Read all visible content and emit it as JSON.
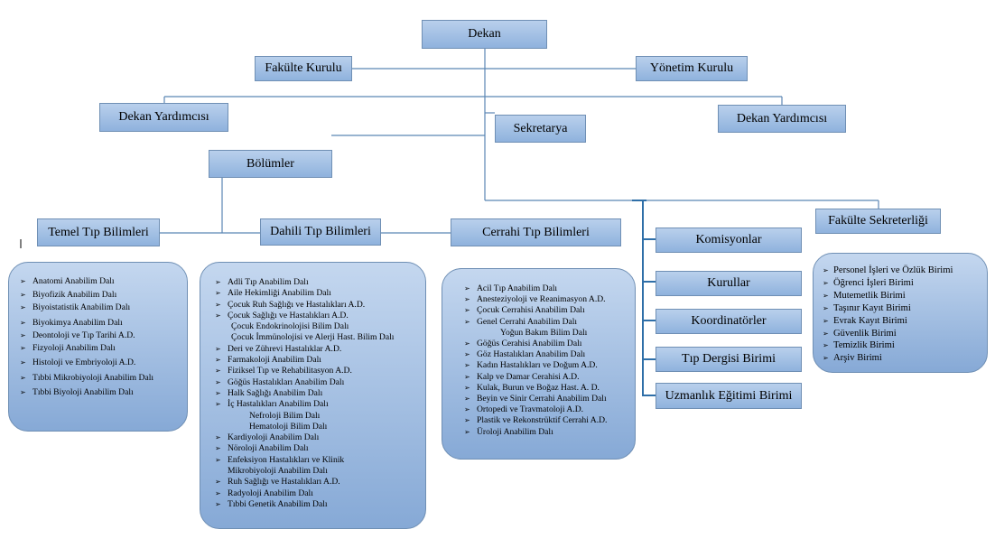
{
  "dekan": "Dekan",
  "fakulte_kurulu": "Fakülte Kurulu",
  "yonetim_kurulu": "Yönetim Kurulu",
  "dekan_yardimcisi_left": "Dekan Yardımcısı",
  "dekan_yardimcisi_right": "Dekan Yardımcısı",
  "sekretarya": "Sekretarya",
  "bolumler": "Bölümler",
  "temel": {
    "title": "Temel Tıp Bilimleri",
    "items": [
      "Anatomi Anabilim Dalı",
      "Biyofizik Anabilim Dalı",
      "Biyoistatistik Anabilim Dalı",
      "Biyokimya Anabilim Dalı",
      "Deontoloji ve Tıp Tarihi A.D.",
      "Fizyoloji Anabilim Dalı",
      "Histoloji ve Embriyoloji A.D.",
      "Tıbbi Mikrobiyoloji Anabilim Dalı",
      "Tıbbi Biyoloji Anabilim Dalı"
    ]
  },
  "dahili": {
    "title": "Dahili Tıp Bilimleri",
    "items": [
      "Adli Tıp Anabilim Dalı",
      "Aile Hekimliği Anabilim Dalı",
      "Çocuk Ruh Sağlığı ve Hastalıkları A.D.",
      "Çocuk Sağlığı ve Hastalıkları A.D.",
      "Çocuk Endokrinolojisi Bilim Dalı",
      "Çocuk İmmünolojisi ve Alerji Hast. Bilim Dalı",
      "Deri ve Zührevi Hastalıklar A.D.",
      "Farmakoloji Anabilim Dalı",
      "Fiziksel Tıp ve Rehabilitasyon A.D.",
      "Göğüs Hastalıkları Anabilim Dalı",
      "Halk Sağlığı Anabilim Dalı",
      "İç Hastalıkları Anabilim Dalı",
      "Nefroloji Bilim Dalı",
      "Hematoloji Bilim Dalı",
      "Kardiyoloji Anabilim Dalı",
      "Nöroloji Anabilim Dalı",
      "Enfeksiyon Hastalıkları ve Klinik",
      "Mikrobiyoloji Anabilim Dalı",
      "Ruh Sağlığı ve Hastalıkları A.D.",
      "Radyoloji Anabilim Dalı",
      "Tıbbi Genetik Anabilim Dalı"
    ]
  },
  "cerrahi": {
    "title": "Cerrahi Tıp Bilimleri",
    "items": [
      "Acil Tıp Anabilim Dalı",
      "Anesteziyoloji ve Reanimasyon A.D.",
      "Çocuk Cerrahisi Anabilim Dalı",
      "Genel Cerrahi Anabilim Dalı",
      "Yoğun Bakım Bilim Dalı",
      "Göğüs Cerahisi Anabilim Dalı",
      "Göz Hastalıkları Anabilim Dalı",
      "Kadın Hastalıkları ve Doğum A.D.",
      "Kalp ve Damar Cerahisi A.D.",
      "Kulak, Burun ve Boğaz Hast. A. D.",
      "Beyin ve Sinir Cerrahi Anabilim Dalı",
      "Ortopedi ve Travmatoloji A.D.",
      "Plastik ve Rekonstrüktif Cerrahi A.D.",
      "Üroloji Anabilim Dalı"
    ]
  },
  "komisyonlar": "Komisyonlar",
  "kurullar": "Kurullar",
  "koordinatorler": "Koordinatörler",
  "tip_dergisi": "Tıp Dergisi Birimi",
  "uzmanlik": "Uzmanlık Eğitimi Birimi",
  "sekreterlik": {
    "title": "Fakülte Sekreterliği",
    "items": [
      "Personel İşleri ve Özlük Birimi",
      "Öğrenci İşleri Birimi",
      "Mutemetlik Birimi",
      "Taşınır Kayıt Birimi",
      "Evrak Kayıt Birimi",
      "Güvenlik Birimi",
      "Temizlik Birimi",
      "Arşiv Birimi"
    ]
  },
  "colors": {
    "line": "#2f6fa8",
    "box_top": "#b9d0ec",
    "box_bottom": "#8fb2dd",
    "border": "#6f8fb4"
  }
}
